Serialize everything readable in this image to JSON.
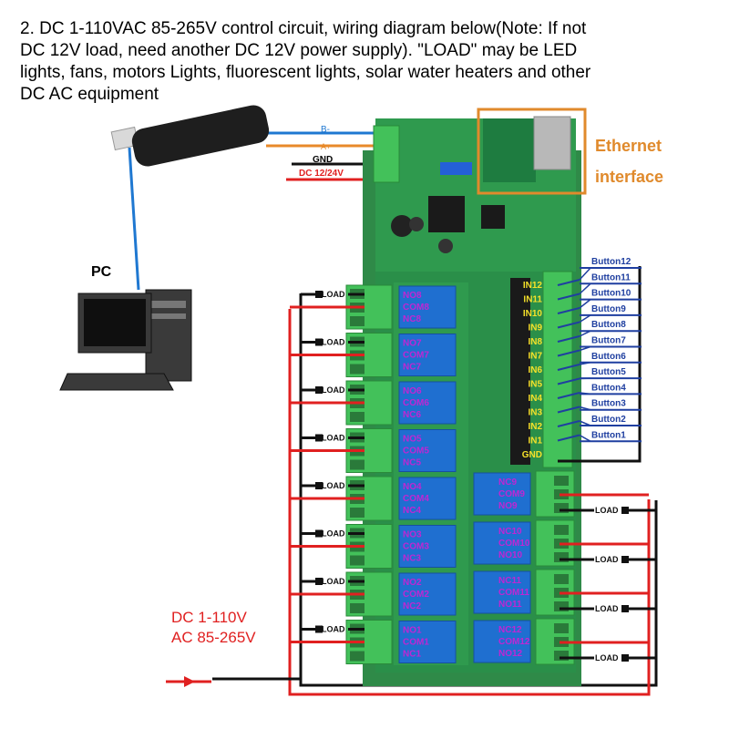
{
  "heading": {
    "lines": [
      "2. DC 1-110VAC 85-265V control circuit, wiring diagram below(Note: If not",
      "DC 12V load, need another DC 12V power supply). \"LOAD\" may be LED",
      "lights, fans, motors Lights, fluorescent lights, solar water heaters and other",
      "DC AC equipment"
    ]
  },
  "labels": {
    "pc": "PC",
    "ethernet_line1": "Ethernet",
    "ethernet_line2": "interface",
    "power_line1": "DC 1-110V",
    "power_line2": "AC 85-265V"
  },
  "bus": {
    "b_minus": "B-",
    "a_plus": "A+",
    "gnd": "GND",
    "supply": "DC 12/24V"
  },
  "load_label": "LOAD",
  "left_relays": [
    {
      "no": "NO8",
      "com": "COM8",
      "nc": "NC8"
    },
    {
      "no": "NO7",
      "com": "COM7",
      "nc": "NC7"
    },
    {
      "no": "NO6",
      "com": "COM6",
      "nc": "NC6"
    },
    {
      "no": "NO5",
      "com": "COM5",
      "nc": "NC5"
    },
    {
      "no": "NO4",
      "com": "COM4",
      "nc": "NC4"
    },
    {
      "no": "NO3",
      "com": "COM3",
      "nc": "NC3"
    },
    {
      "no": "NO2",
      "com": "COM2",
      "nc": "NC2"
    },
    {
      "no": "NO1",
      "com": "COM1",
      "nc": "NC1"
    }
  ],
  "right_relays": [
    {
      "nc": "NC9",
      "com": "COM9",
      "no": "NO9"
    },
    {
      "nc": "NC10",
      "com": "COM10",
      "no": "NO10"
    },
    {
      "nc": "NC11",
      "com": "COM11",
      "no": "NO11"
    },
    {
      "nc": "NC12",
      "com": "COM12",
      "no": "NO12"
    }
  ],
  "inputs": [
    "IN12",
    "IN11",
    "IN10",
    "IN9",
    "IN8",
    "IN7",
    "IN6",
    "IN5",
    "IN4",
    "IN3",
    "IN2",
    "IN1",
    "GND"
  ],
  "buttons": [
    "Button12",
    "Button11",
    "Button10",
    "Button9",
    "Button8",
    "Button7",
    "Button6",
    "Button5",
    "Button4",
    "Button3",
    "Button2",
    "Button1"
  ],
  "colors": {
    "board": "#2f9a4e",
    "board_dark": "#1f7a3a",
    "terminal": "#43c15a",
    "relay": "#1f6fd0",
    "relay_text": "#c026d3",
    "wire_red": "#e02020",
    "wire_black": "#111111",
    "wire_blue": "#1f78d1",
    "wire_orange": "#e88a2a",
    "ethernet_box": "#e08a2c",
    "ethernet_text": "#e08a2c",
    "button_text": "#1f3fa0",
    "input_text": "#f5e12a",
    "power_text": "#e02020"
  }
}
